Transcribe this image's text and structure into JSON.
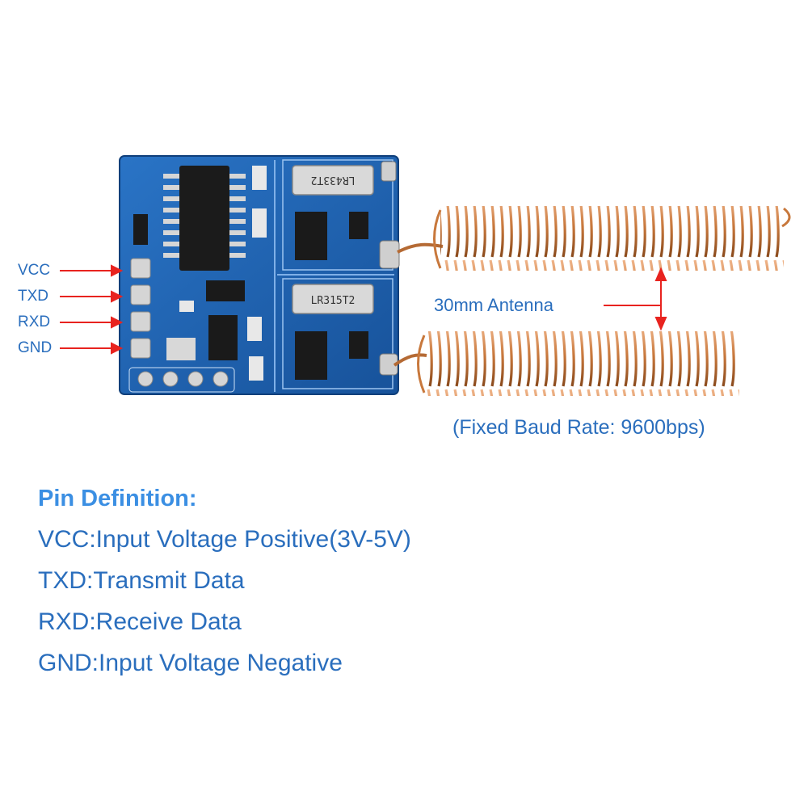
{
  "pins": [
    {
      "name": "VCC"
    },
    {
      "name": "TXD"
    },
    {
      "name": "RXD"
    },
    {
      "name": "GND"
    }
  ],
  "antenna_label": "30mm Antenna",
  "baud_note": "(Fixed Baud Rate: 9600bps)",
  "chips": {
    "top_crystal": "LR433T2",
    "bottom_crystal": "LR315T2"
  },
  "pin_definition": {
    "title": "Pin Definition:",
    "lines": [
      "VCC:Input Voltage Positive(3V-5V)",
      "TXD:Transmit Data",
      "RXD:Receive Data",
      "GND:Input Voltage Negative"
    ]
  },
  "colors": {
    "text_blue": "#2a6ebd",
    "title_blue": "#3b8fe3",
    "arrow_red": "#e8231f",
    "pcb_blue": "#1f63b4",
    "copper": "#c8783c"
  }
}
